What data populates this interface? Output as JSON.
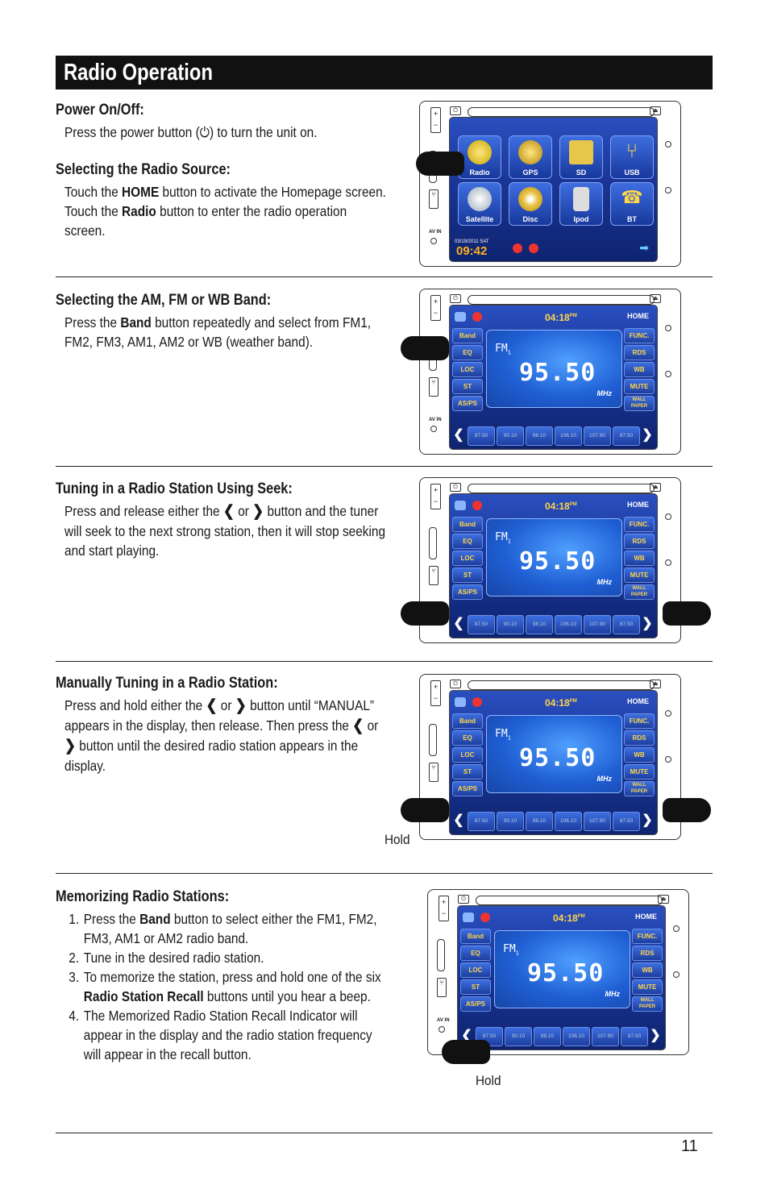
{
  "page_title": "Radio Operation",
  "page_number": "11",
  "sections": {
    "power": {
      "heading": "Power On/Off:",
      "text_before": "Press the power button (",
      "power_symbol": "⏻",
      "text_after": ") to turn the unit on."
    },
    "source": {
      "heading": "Selecting the Radio Source:",
      "t1": "Touch the ",
      "b1": "HOME",
      "t2": " button to activate the Homepage screen. Touch the ",
      "b2": "Radio",
      "t3": " button to enter the radio operation screen."
    },
    "band": {
      "heading": "Selecting the AM, FM or WB Band:",
      "t1": "Press the ",
      "b1": "Band",
      "t2": " button repeatedly and select from FM1, FM2, FM3, AM1, AM2 or WB (weather band)."
    },
    "seek": {
      "heading": "Tuning in a Radio Station Using Seek:",
      "t1": "Press and release either the ",
      "or": " or ",
      "t2": " button and the tuner will seek to the next strong station, then it will stop seeking and start playing."
    },
    "manual": {
      "heading": "Manually Tuning in a Radio Station:",
      "t1": "Press and hold either the ",
      "or": " or ",
      "t2": " button until “MANUAL” appears in the display, then release. Then press the ",
      "t3": " button until the desired radio station appears in the display.",
      "hold_label": "Hold"
    },
    "memorize": {
      "heading": "Memorizing Radio Stations:",
      "items": [
        {
          "n": "1.",
          "t1": "Press the ",
          "b": "Band",
          "t2": " button to select either the FM1, FM2, FM3, AM1 or AM2 radio band."
        },
        {
          "n": "2.",
          "t1": "Tune in the desired radio station.",
          "b": "",
          "t2": ""
        },
        {
          "n": "3.",
          "t1": "To memorize the station, press and hold one of the six ",
          "b": "Radio Station Recall",
          "t2": " buttons until you hear a beep."
        },
        {
          "n": "4.",
          "t1": "The Memorized Radio Station Recall Indicator will appear in the display and the radio station frequency will appear in the recall button.",
          "b": "",
          "t2": ""
        }
      ],
      "hold_label": "Hold"
    }
  },
  "arrows": {
    "left": "❮",
    "right": "❯"
  },
  "device": {
    "vol_plus": "+",
    "vol_minus": "−",
    "av_in": "AV IN",
    "home_screen": {
      "icons": [
        "Radio",
        "GPS",
        "SD",
        "USB",
        "Satellite",
        "Disc",
        "Ipod",
        "BT"
      ],
      "date": "03/19/2011   SAT",
      "time": "09:42"
    },
    "radio_screen": {
      "time": "04:18",
      "ampm": "PM",
      "home": "HOME",
      "left_buttons": [
        "Band",
        "EQ",
        "LOC",
        "ST",
        "AS/PS"
      ],
      "right_buttons": [
        "FUNC.",
        "RDS",
        "WB",
        "MUTE",
        "WALL PAPER"
      ],
      "band_label": "FM",
      "band_sub": "1",
      "frequency": "95.50",
      "unit": "MHz",
      "presets": [
        "87.50",
        "90.10",
        "98.10",
        "106.10",
        "107.90",
        "87.50"
      ]
    }
  }
}
